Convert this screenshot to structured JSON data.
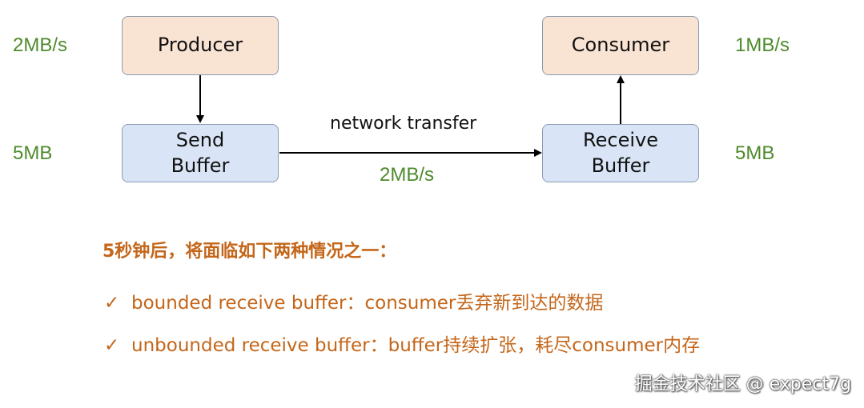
{
  "nodes": {
    "producer": "Producer",
    "consumer": "Consumer",
    "send_buffer": [
      "Send",
      "Buffer"
    ],
    "receive_buffer": [
      "Receive",
      "Buffer"
    ]
  },
  "rates": {
    "producer_rate": "2MB/s",
    "send_buffer_size": "5MB",
    "consumer_rate": "1MB/s",
    "receive_buffer_size": "5MB",
    "transfer_rate": "2MB/s"
  },
  "edges": {
    "network_label": "network transfer"
  },
  "notes": {
    "heading": "5秒钟后，将面临如下两种情况之一：",
    "check_glyph": "✓",
    "items": [
      "bounded receive buffer：consumer丢弃新到达的数据",
      "unbounded receive buffer：buffer持续扩张，耗尽consumer内存"
    ]
  },
  "watermark": "掘金技术社区 @ expect7g",
  "colors": {
    "producer_consumer_fill": "#f9e3d3",
    "buffer_fill": "#d9e5f6",
    "rate_text": "#4e8a2c",
    "note_text": "#c4661a"
  }
}
